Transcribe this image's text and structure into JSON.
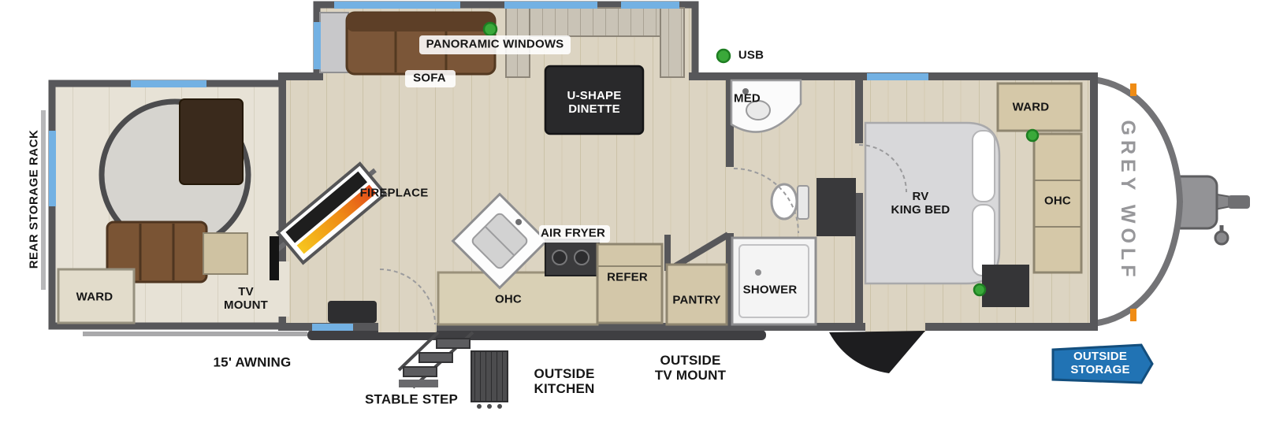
{
  "floorplan": {
    "brand": "GREY WOLF",
    "exterior": {
      "rear_storage_rack": "REAR STORAGE RACK",
      "awning": "15' AWNING",
      "stable_step": "STABLE STEP",
      "outside_kitchen": {
        "line1": "OUTSIDE",
        "line2": "KITCHEN"
      },
      "outside_tv_mount": {
        "line1": "OUTSIDE",
        "line2": "TV MOUNT"
      },
      "outside_storage": {
        "line1": "OUTSIDE",
        "line2": "STORAGE"
      }
    },
    "interior": {
      "panoramic_windows": "PANORAMIC WINDOWS",
      "usb": "USB",
      "sofa": "SOFA",
      "dinette": {
        "line1": "U-SHAPE",
        "line2": "DINETTE"
      },
      "fireplace": "FIREPLACE",
      "air_fryer": "AIR FRYER",
      "ohc_kitchen": "OHC",
      "refer": "REFER",
      "pantry": "PANTRY",
      "med": "MED",
      "shower": "SHOWER",
      "ward_rear": "WARD",
      "tv_mount": {
        "line1": "TV",
        "line2": "MOUNT"
      },
      "rv_king_bed": {
        "line1": "RV",
        "line2": "KING BED"
      },
      "ward_front": "WARD",
      "ohc_bedroom": "OHC"
    },
    "colors": {
      "wall": "#57575a",
      "floor_main": "#dcd4c2",
      "floor_rear": "#e7e2d6",
      "window_blue": "#73b1e3",
      "usb_green": "#3aa93a",
      "flame_orange": "#ef8c15",
      "badge_blue": "#2173b4",
      "sofa_brown": "#7b5638",
      "cabinet_tan": "#d5c8a8"
    }
  }
}
